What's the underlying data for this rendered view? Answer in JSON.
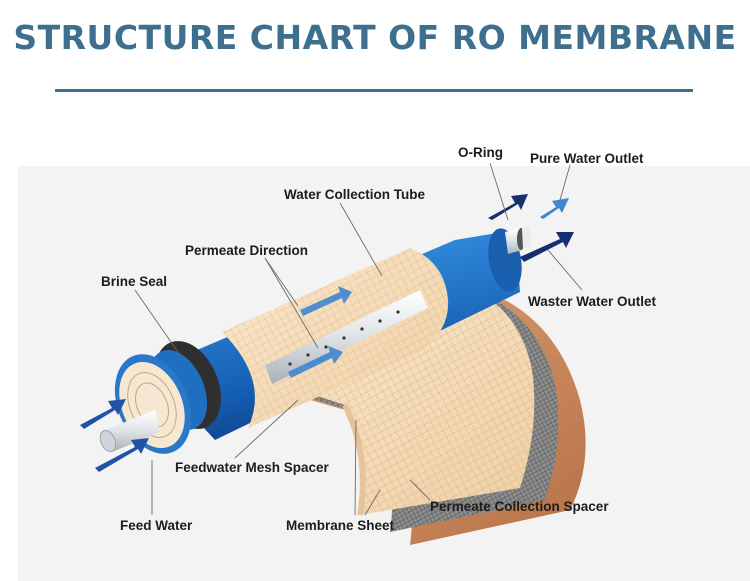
{
  "title": "STRUCTURE CHART OF RO MEMBRANE",
  "labels": {
    "o_ring": "O-Ring",
    "pure_water_outlet": "Pure Water Outlet",
    "water_collection_tube": "Water Collection Tube",
    "permeate_direction": "Permeate Direction",
    "brine_seal": "Brine Seal",
    "waster_water_outlet": "Waster Water Outlet",
    "feedwater_mesh_spacer": "Feedwater Mesh Spacer",
    "permeate_collection_spacer": "Permeate Collection Spacer",
    "feed_water": "Feed Water",
    "membrane_sheet": "Membrane Sheet"
  },
  "colors": {
    "title": "#3f6f8f",
    "membrane_blue": "#1f6fc0",
    "arrow_navy": "#15306e",
    "arrow_light": "#3f86d0",
    "panel": "#f3f3f3"
  }
}
